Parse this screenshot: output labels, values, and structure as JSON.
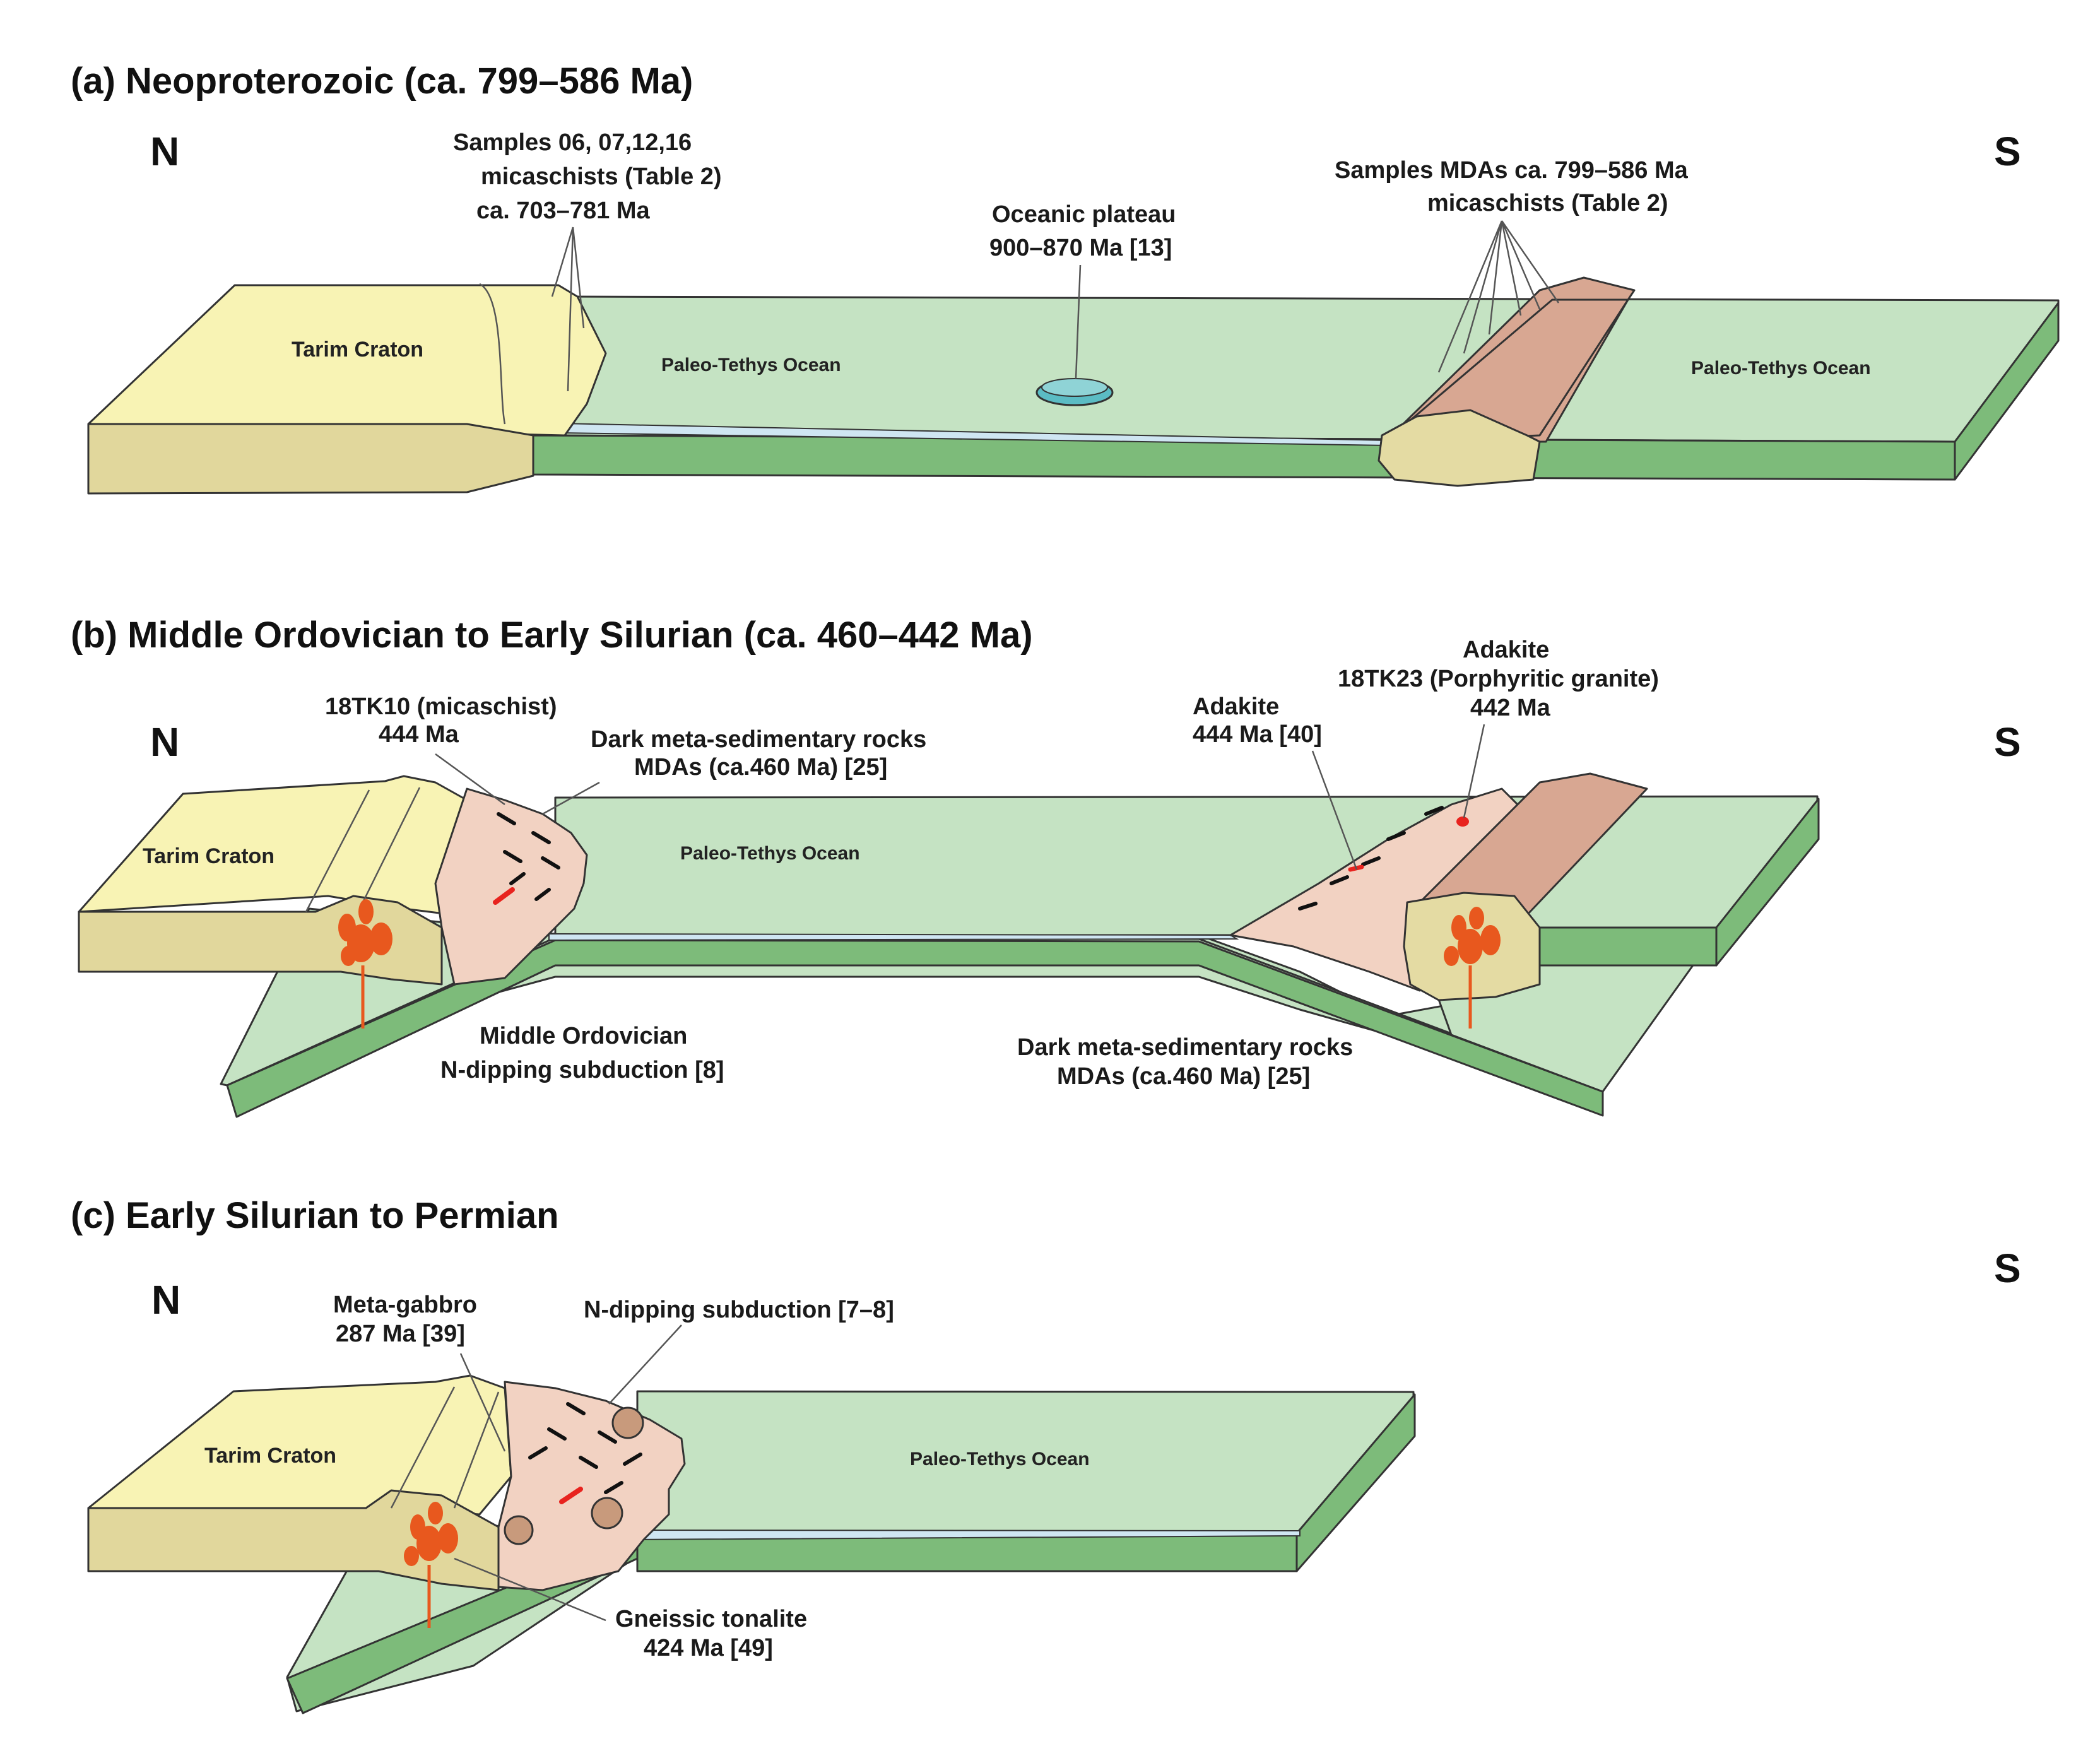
{
  "panels": {
    "a": {
      "title": "(a) Neoproterozoic (ca. 799–586 Ma)",
      "north": "N",
      "south": "S",
      "craton": "Tarim Craton",
      "ocean_left": "Paleo-Tethys Ocean",
      "ocean_right": "Paleo-Tethys Ocean",
      "samples_left": [
        "Samples 06, 07,12,16",
        "micaschists (Table 2)",
        "ca. 703–781 Ma"
      ],
      "plateau": [
        "Oceanic plateau",
        "900–870 Ma [13]"
      ],
      "samples_right": [
        "Samples MDAs  ca. 799–586 Ma",
        "micaschists (Table 2)"
      ]
    },
    "b": {
      "title": "(b) Middle Ordovician to Early Silurian (ca. 460–442 Ma)",
      "north": "N",
      "south": "S",
      "craton": "Tarim Craton",
      "ocean": "Paleo-Tethys Ocean",
      "tk10": [
        "18TK10 (micaschist)",
        "444 Ma"
      ],
      "dark_left": [
        "Dark meta-sedimentary rocks",
        "MDAs (ca.460 Ma) [25]"
      ],
      "adakite1": [
        "Adakite",
        "444 Ma [40]"
      ],
      "adakite2": [
        "Adakite",
        "18TK23 (Porphyritic granite)",
        "442 Ma"
      ],
      "subduction": [
        "Middle Ordovician",
        "N-dipping subduction [8]"
      ],
      "dark_right": [
        "Dark meta-sedimentary rocks",
        "MDAs (ca.460 Ma) [25]"
      ]
    },
    "c": {
      "title": "(c) Early Silurian  to Permian",
      "north": "N",
      "south": "S",
      "craton": "Tarim Craton",
      "ocean": "Paleo-Tethys Ocean",
      "gabbro": [
        "Meta-gabbro",
        "287 Ma [39]"
      ],
      "subduction": [
        "N-dipping subduction [7–8]"
      ],
      "tonalite": [
        "Gneissic tonalite",
        "424 Ma [49]"
      ]
    }
  },
  "colors": {
    "ocean_top": "#c5e3c3",
    "ocean_side": "#7dbb7a",
    "craton_top": "#f8f3b4",
    "craton_side": "#e1d79c",
    "wedge": "#f2d2c2",
    "arc": "#d8a792",
    "plateau": "#5bbcc4",
    "granite": "#e8581e"
  }
}
